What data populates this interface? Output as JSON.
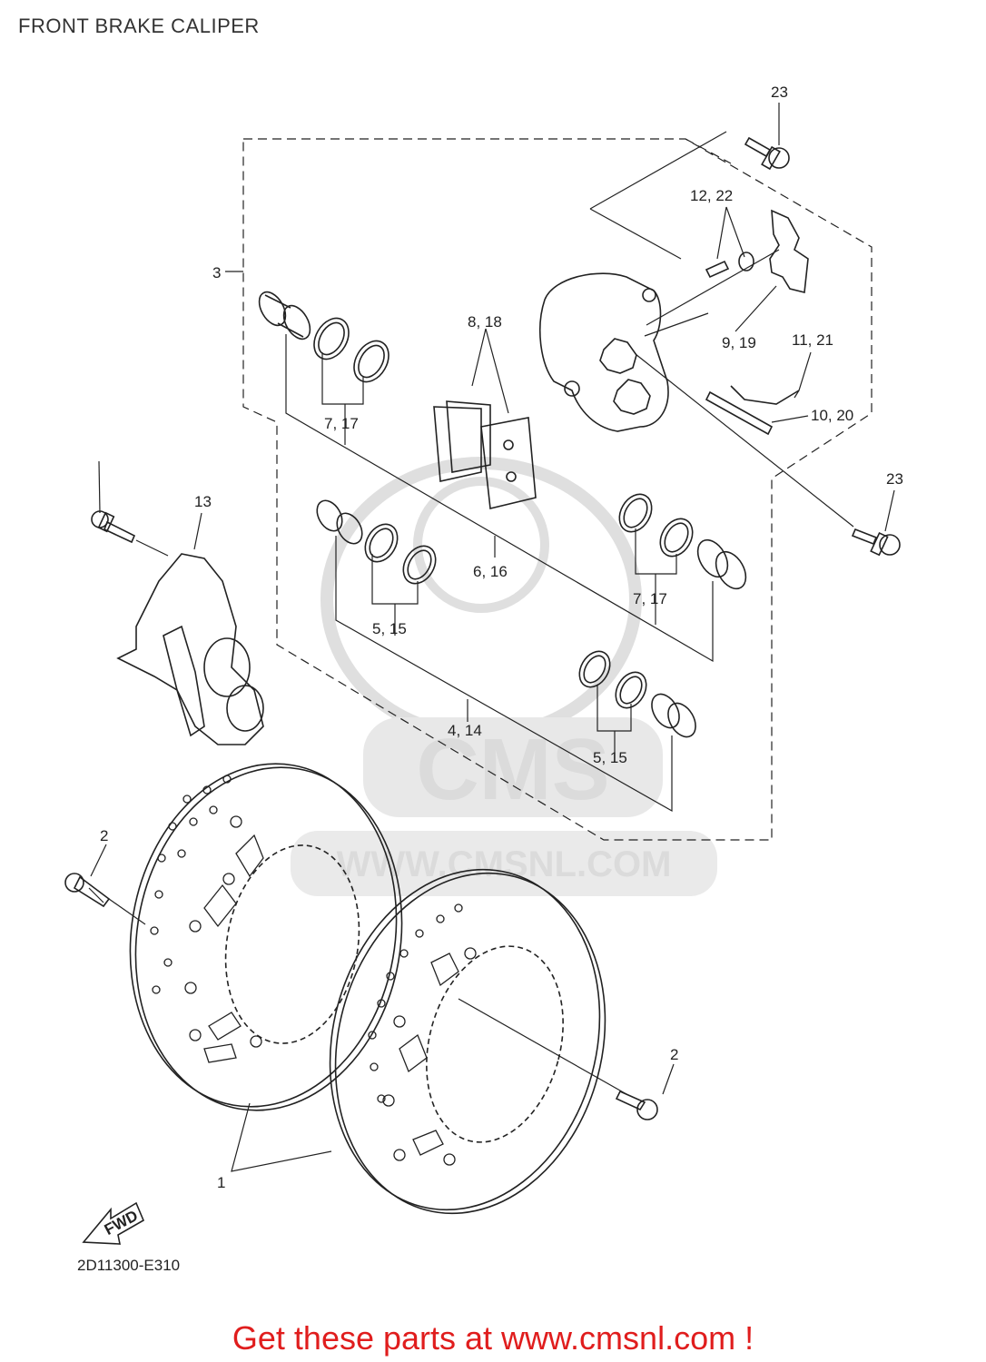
{
  "title": "FRONT BRAKE CALIPER",
  "diagram_code": "2D11300-E310",
  "cta": "Get these parts at www.cmsnl.com !",
  "watermark": {
    "logo": "CMS",
    "url": "WWW.CMSNL.COM"
  },
  "fwd_label": "FWD",
  "callouts": [
    "23",
    "12, 22",
    "3",
    "8, 18",
    "9, 19",
    "11, 21",
    "7, 17",
    "10, 20",
    "23",
    "13",
    "6, 16",
    "7, 17",
    "5, 15",
    "4, 14",
    "5, 15",
    "2",
    "2",
    "1"
  ]
}
